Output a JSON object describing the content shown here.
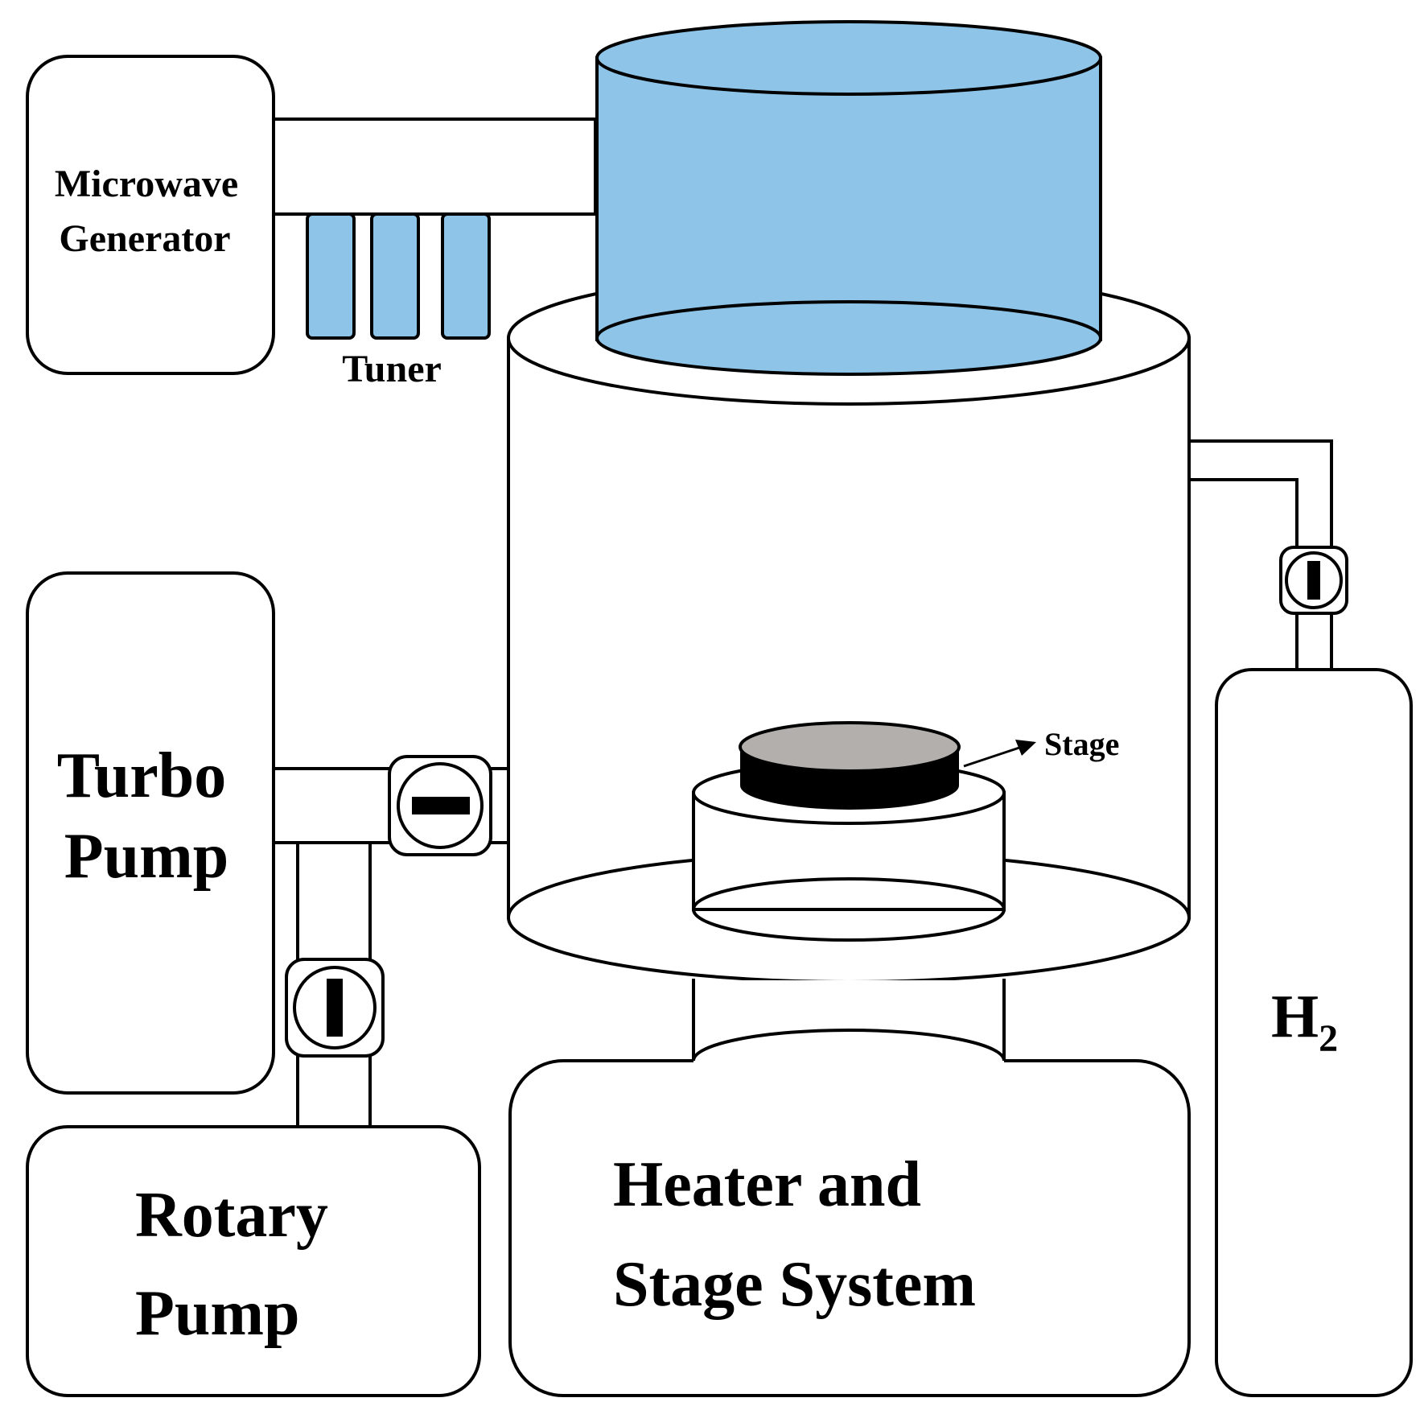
{
  "labels": {
    "microwave_generator": [
      "Microwave",
      "Generator"
    ],
    "tuner": "Tuner",
    "turbo_pump": [
      "Turbo",
      "Pump"
    ],
    "rotary_pump": [
      "Rotary",
      "Pump"
    ],
    "heater_stage": [
      "Heater and",
      "Stage System"
    ],
    "stage": "Stage",
    "gas_main": "H",
    "gas_sub": "2"
  },
  "valves": {
    "turbo_chamber_valve": "horizontal",
    "turbo_rotary_valve": "vertical",
    "gas_valve": "vertical"
  },
  "colors": {
    "resonator": "#8dc4e8",
    "stage_top": "#b3afad",
    "stage_side": "#000000",
    "line": "#000000",
    "background": "#ffffff"
  }
}
